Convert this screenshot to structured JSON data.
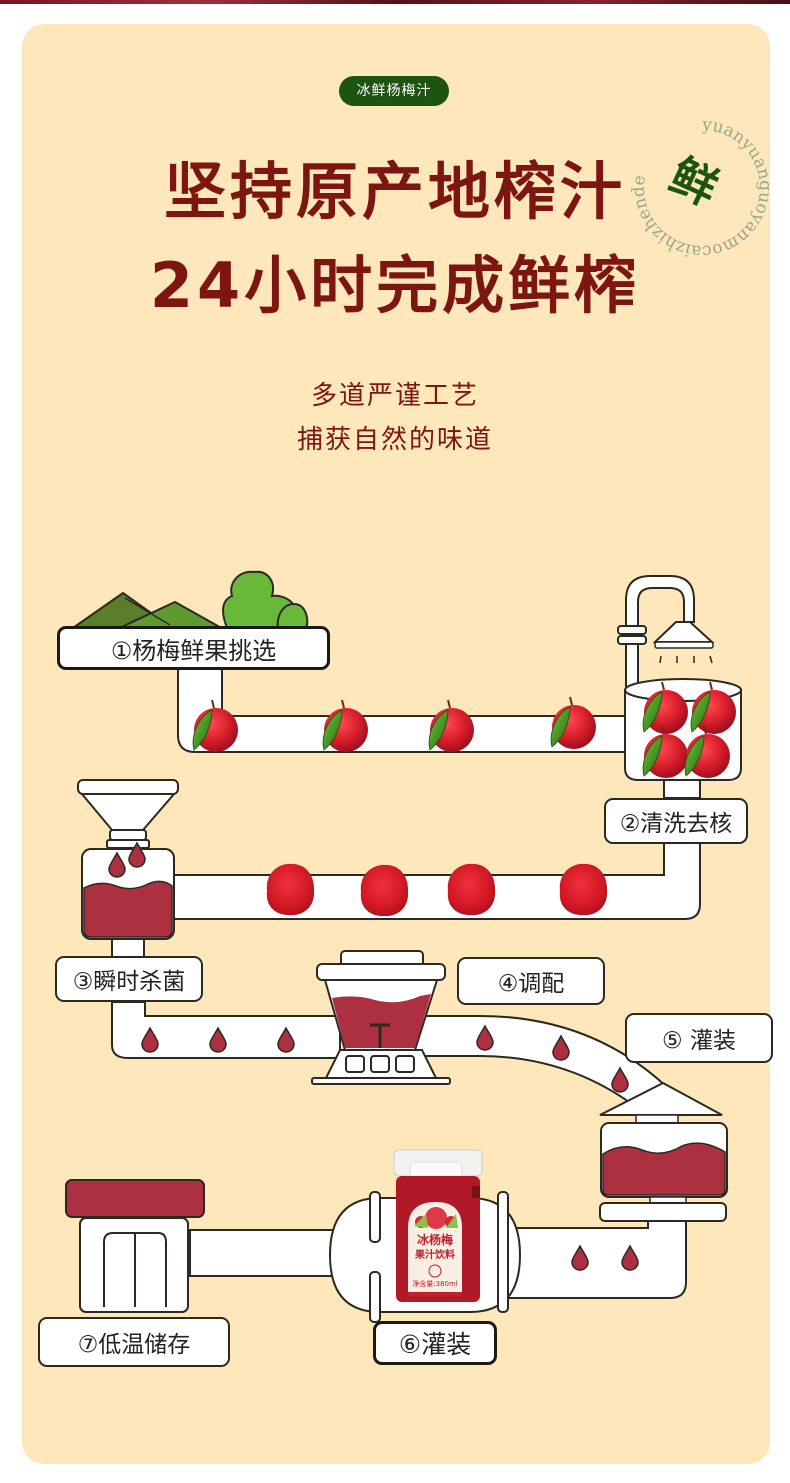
{
  "badge": {
    "text": "冰鲜杨梅汁"
  },
  "seal": {
    "character": "鲜",
    "ring_text": "yuanyuanguoyanmocaizhizhende"
  },
  "headline": {
    "line1": "坚持原产地榨汁",
    "line2": "24小时完成鲜榨"
  },
  "subheadline": {
    "line1": "多道严谨工艺",
    "line2": "捕获自然的味道"
  },
  "steps": [
    {
      "label": "①杨梅鲜果挑选"
    },
    {
      "label": "②清洗去核"
    },
    {
      "label": "③瞬时杀菌"
    },
    {
      "label": "④调配"
    },
    {
      "label": "⑤ 灌装"
    },
    {
      "label": "⑥灌装"
    },
    {
      "label": "⑦低温储存"
    }
  ],
  "product": {
    "name_line1": "冰杨梅",
    "name_line2": "果汁饮料",
    "volume": "净含量:380ml"
  },
  "colors": {
    "background": "#fee7ba",
    "title": "#7d1610",
    "badge": "#1d5411",
    "juice": "#ad3040",
    "berry": "#d8202c",
    "outline": "#2a2a22"
  }
}
